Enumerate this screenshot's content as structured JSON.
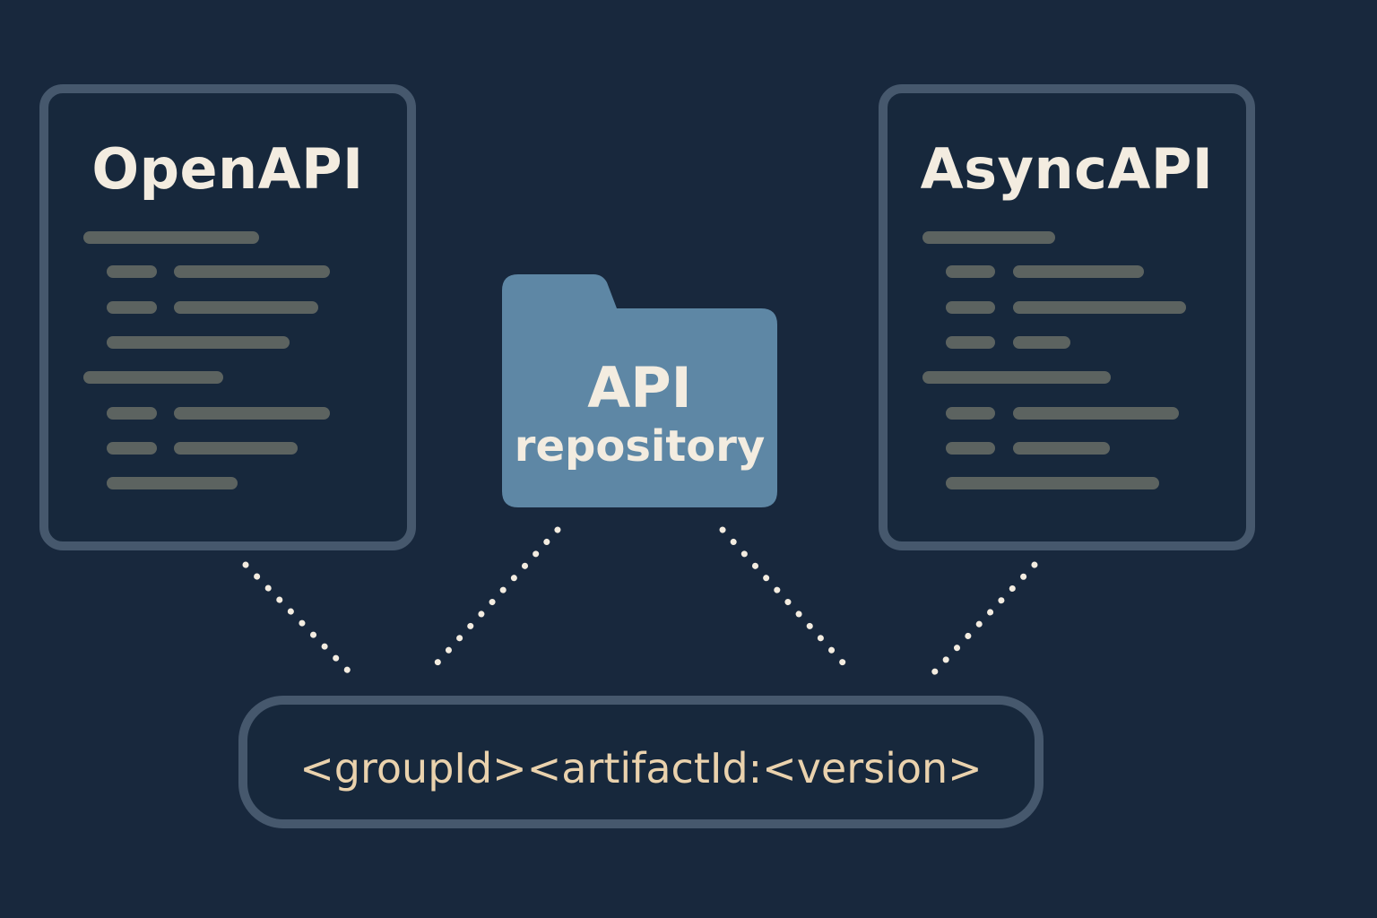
{
  "diagram": {
    "openapi_card": {
      "title": "OpenAPI"
    },
    "asyncapi_card": {
      "title": "AsyncAPI"
    },
    "repository_folder": {
      "line1": "API",
      "line2": "repository"
    },
    "coordinates_box": {
      "text": "<groupId><artifactId:<version>"
    }
  },
  "colors": {
    "background": "#18283d",
    "card_border": "#46586d",
    "code_line": "#5c6360",
    "folder_fill": "#5e87a5",
    "title_text": "#f3ece0",
    "coordinate_text": "#ead2ad",
    "connector_dots": "#f3ece0"
  },
  "icons": {
    "folder": "folder-icon",
    "document": "document-icon"
  }
}
